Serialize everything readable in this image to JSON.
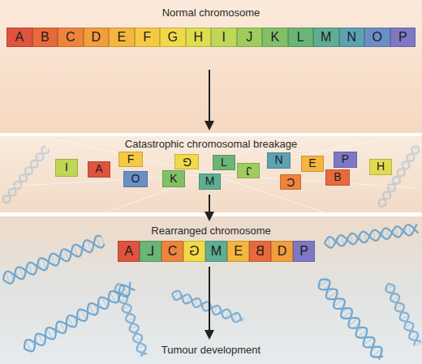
{
  "diagram": {
    "nodes": [
      {
        "text": [
          "Normal chromosome"
        ]
      },
      {
        "text": [
          "A"
        ],
        "in": 0
      },
      {
        "text": [
          "B"
        ],
        "in": 0
      },
      {
        "text": [
          "C"
        ],
        "in": 0
      },
      {
        "text": [
          "D"
        ],
        "in": 0
      },
      {
        "text": [
          "E"
        ],
        "in": 0
      },
      {
        "text": [
          "F"
        ],
        "in": 0
      },
      {
        "text": [
          "G"
        ],
        "in": 0
      },
      {
        "text": [
          "H"
        ],
        "in": 0
      },
      {
        "text": [
          "I"
        ],
        "in": 0
      },
      {
        "text": [
          "J"
        ],
        "in": 0
      },
      {
        "text": [
          "K"
        ],
        "in": 0
      },
      {
        "text": [
          "L"
        ],
        "in": 0
      },
      {
        "text": [
          "M"
        ],
        "in": 0
      },
      {
        "text": [
          "N"
        ],
        "in": 0
      },
      {
        "text": [
          "O"
        ],
        "in": 0
      },
      {
        "text": [
          "P"
        ],
        "in": 0
      },
      {
        "text": [
          "Catastrophic chromosomal breakage"
        ]
      },
      {
        "text": [
          "I"
        ],
        "in": 17
      },
      {
        "text": [
          "A"
        ],
        "in": 17
      },
      {
        "text": [
          "F"
        ],
        "in": 17
      },
      {
        "text": [
          "O"
        ],
        "in": 17
      },
      {
        "text": [
          "K"
        ],
        "in": 17
      },
      {
        "text": [
          "G"
        ],
        "in": 17
      },
      {
        "text": [
          "M"
        ],
        "in": 17
      },
      {
        "text": [
          "L"
        ],
        "in": 17
      },
      {
        "text": [
          "J"
        ],
        "in": 17
      },
      {
        "text": [
          "N"
        ],
        "in": 17
      },
      {
        "text": [
          "C"
        ],
        "in": 17
      },
      {
        "text": [
          "E"
        ],
        "in": 17
      },
      {
        "text": [
          "B"
        ],
        "in": 17
      },
      {
        "text": [
          "P"
        ],
        "in": 17
      },
      {
        "text": [
          "H"
        ],
        "in": 17
      },
      {
        "text": [
          "Rearranged chromosome",
          "Tumour development"
        ]
      },
      {
        "text": [
          "A"
        ],
        "in": 33
      },
      {
        "text": [
          "L"
        ],
        "in": 33
      },
      {
        "text": [
          "C"
        ],
        "in": 33
      },
      {
        "text": [
          "G"
        ],
        "in": 33
      },
      {
        "text": [
          "M"
        ],
        "in": 33
      },
      {
        "text": [
          "E"
        ],
        "in": 33
      },
      {
        "text": [
          "B"
        ],
        "in": 33
      },
      {
        "text": [
          "D"
        ],
        "in": 33
      },
      {
        "text": [
          "P"
        ],
        "in": 33
      }
    ]
  }
}
